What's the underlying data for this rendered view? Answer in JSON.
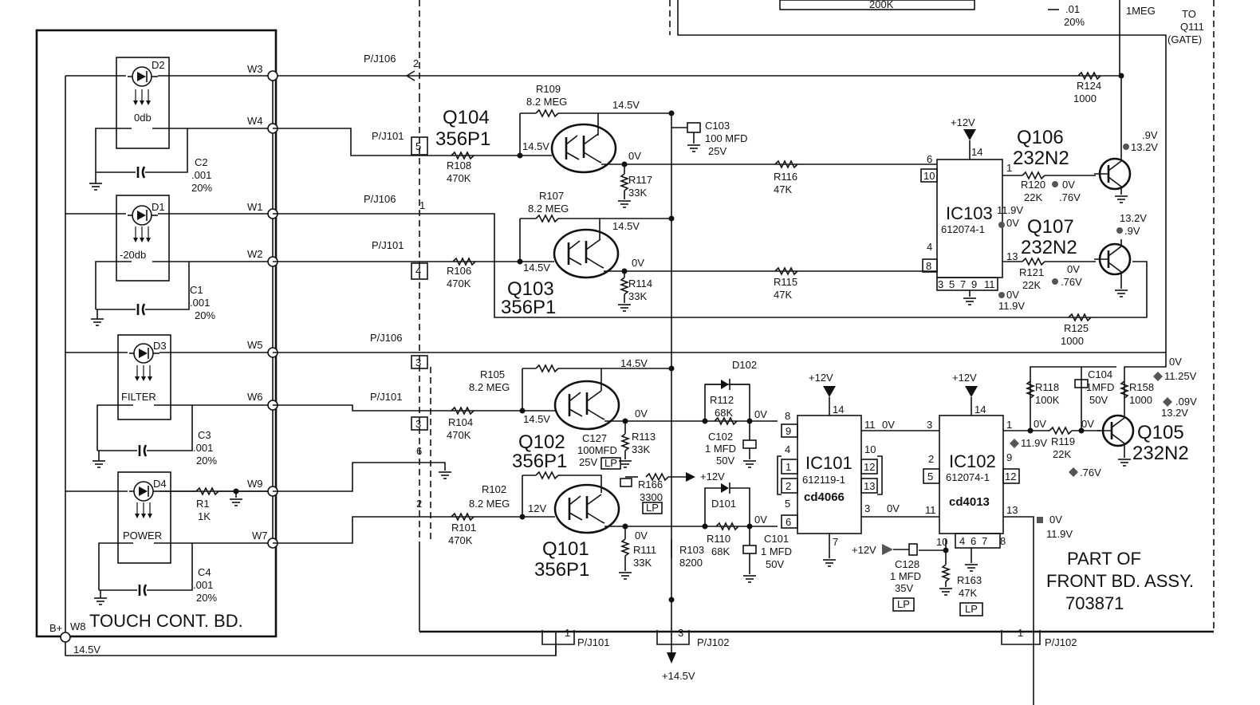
{
  "board": {
    "title": "TOUCH CONT. BD.",
    "bplus": "B+",
    "w8": "W8",
    "v145": "14.5V"
  },
  "part_of": {
    "line1": "PART OF",
    "line2": "FRONT BD. ASSY.",
    "line3": "703871"
  },
  "to_q111": {
    "line1": "TO",
    "line2": "Q111",
    "line3": "(GATE)"
  },
  "top_partial": {
    "c_val": ".01",
    "c_tol": "20%",
    "r_val": "1MEG",
    "r_cut": "200K"
  },
  "wires": {
    "w1": "W1",
    "w2": "W2",
    "w3": "W3",
    "w4": "W4",
    "w5": "W5",
    "w6": "W6",
    "w7": "W7",
    "w9": "W9"
  },
  "diodes": {
    "d1": "D1",
    "d2": "D2",
    "d3": "D3",
    "d4": "D4",
    "d101": "D101",
    "d102": "D102"
  },
  "pads": {
    "p1": "0db",
    "p2": "-20db",
    "p3": "FILTER",
    "p4": "POWER"
  },
  "caps": {
    "c1": [
      "C1",
      ".001",
      "20%"
    ],
    "c2": [
      "C2",
      ".001",
      "20%"
    ],
    "c3": [
      "C3",
      ".001",
      "20%"
    ],
    "c4": [
      "C4",
      ".001",
      "20%"
    ],
    "c101": [
      "C101",
      "1 MFD",
      "50V"
    ],
    "c102": [
      "C102",
      "1 MFD",
      "50V"
    ],
    "c103": [
      "C103",
      "100 MFD",
      "25V"
    ],
    "c104": [
      "C104",
      "1MFD",
      "50V"
    ],
    "c127": [
      "C127",
      "100MFD",
      "25V"
    ],
    "c128": [
      "C128",
      "1 MFD",
      "35V"
    ]
  },
  "resistors": {
    "r1": [
      "R1",
      "1K"
    ],
    "r101": [
      "R101",
      "470K"
    ],
    "r102": [
      "R102",
      "8.2 MEG"
    ],
    "r103": [
      "R103",
      "8200"
    ],
    "r104": [
      "R104",
      "470K"
    ],
    "r105": [
      "R105",
      "8.2 MEG"
    ],
    "r106": [
      "R106",
      "470K"
    ],
    "r107": [
      "R107",
      "8.2 MEG"
    ],
    "r108": [
      "R108",
      "470K"
    ],
    "r109": [
      "R109",
      "8.2 MEG"
    ],
    "r110": [
      "R110",
      "68K"
    ],
    "r111": [
      "R111",
      "33K"
    ],
    "r112": [
      "R112",
      "68K"
    ],
    "r113": [
      "R113",
      "33K"
    ],
    "r114": [
      "R114",
      "33K"
    ],
    "r115": [
      "R115",
      "47K"
    ],
    "r116": [
      "R116",
      "47K"
    ],
    "r117": [
      "R117",
      "33K"
    ],
    "r118": [
      "R118",
      "100K"
    ],
    "r119": [
      "R119",
      "22K"
    ],
    "r120": [
      "R120",
      "22K"
    ],
    "r121": [
      "R121",
      "22K"
    ],
    "r124": [
      "R124",
      "1000"
    ],
    "r125": [
      "R125",
      "1000"
    ],
    "r158": [
      "R158",
      "1000"
    ],
    "r163": [
      "R163",
      "47K"
    ],
    "r166": [
      "R166",
      "3300"
    ]
  },
  "transistors": {
    "q101": [
      "Q101",
      "356P1"
    ],
    "q102": [
      "Q102",
      "356P1"
    ],
    "q103": [
      "Q103",
      "356P1"
    ],
    "q104": [
      "Q104",
      "356P1"
    ],
    "q105": [
      "Q105",
      "232N2"
    ],
    "q106": [
      "Q106",
      "232N2"
    ],
    "q107": [
      "Q107",
      "232N2"
    ]
  },
  "ics": {
    "ic101": [
      "IC101",
      "612119-1",
      "cd4066"
    ],
    "ic102": [
      "IC102",
      "612074-1",
      "cd4013"
    ],
    "ic103": [
      "IC103",
      "612074-1"
    ]
  },
  "connectors": {
    "pj101": "P/J101",
    "pj102": "P/J102",
    "pj106": "P/J106"
  },
  "volts": {
    "v145": "14.5V",
    "v0": "0V",
    "v12": "12V",
    "p12": "+12V",
    "p145": "+14.5V",
    "v9": ".9V",
    "v132": "13.2V",
    "v76": ".76V",
    "v119": "11.9V",
    "v1125": "11.25V",
    "v09": ".09V"
  },
  "lp": "LP",
  "pins": {
    "n1": "1",
    "n2": "2",
    "n3": "3",
    "n4": "4",
    "n5": "5",
    "n6": "6",
    "n7": "7",
    "n8": "8",
    "n9": "9",
    "n10": "10",
    "n11": "11",
    "n12": "12",
    "n13": "13",
    "n14": "14"
  }
}
